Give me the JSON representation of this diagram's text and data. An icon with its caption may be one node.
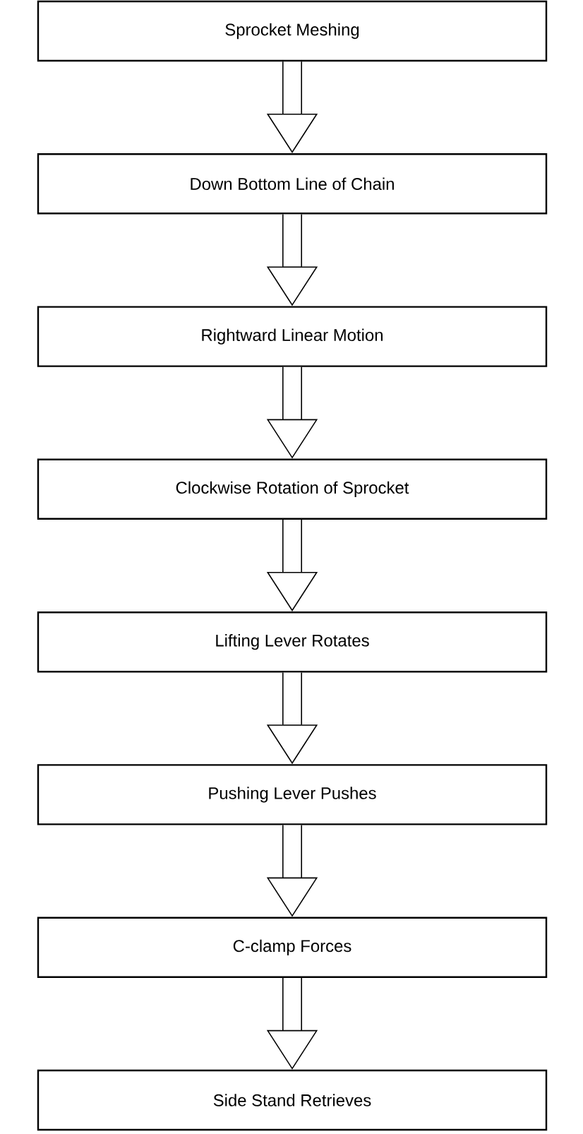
{
  "diagram": {
    "nodes": [
      {
        "text": [
          "Sprocket Meshing"
        ]
      },
      {
        "text": [
          "Down Bottom Line of Chain"
        ]
      },
      {
        "text": [
          "Rightward Linear Motion"
        ]
      },
      {
        "text": [
          "Clockwise Rotation of Sprocket"
        ]
      },
      {
        "text": [
          "Lifting Lever Rotates"
        ]
      },
      {
        "text": [
          "Pushing Lever Pushes"
        ]
      },
      {
        "text": [
          "C-clamp Forces"
        ]
      },
      {
        "text": [
          "Side Stand Retrieves"
        ]
      }
    ],
    "edges": [
      {
        "from": 0,
        "to": 1,
        "arrow": "to"
      },
      {
        "from": 1,
        "to": 2,
        "arrow": "to"
      },
      {
        "from": 2,
        "to": 3,
        "arrow": "to"
      },
      {
        "from": 3,
        "to": 4,
        "arrow": "to"
      },
      {
        "from": 4,
        "to": 5,
        "arrow": "to"
      },
      {
        "from": 5,
        "to": 6,
        "arrow": "to"
      },
      {
        "from": 6,
        "to": 7,
        "arrow": "to"
      }
    ]
  }
}
